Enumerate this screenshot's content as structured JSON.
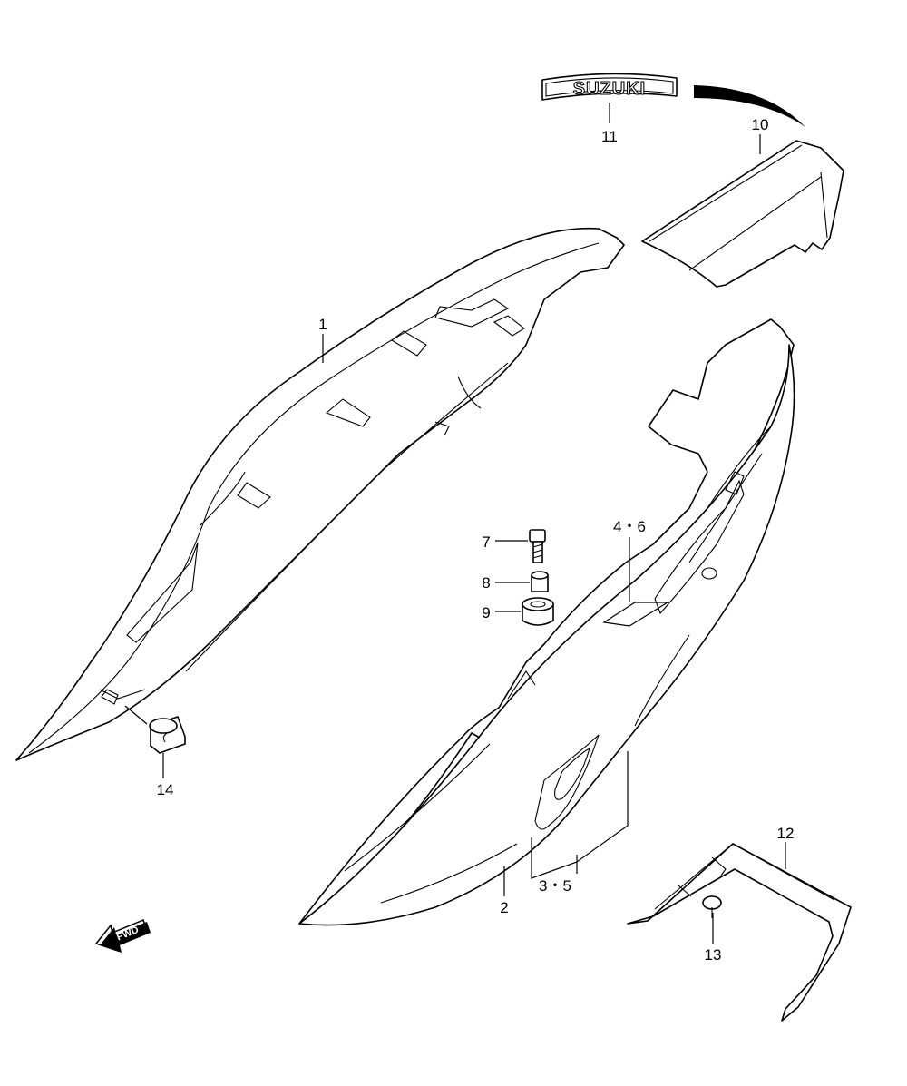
{
  "logo": {
    "text": "SUZUKI"
  },
  "fwd_arrow": {
    "text": "FWD"
  },
  "callouts": [
    {
      "id": "1",
      "text": "1"
    },
    {
      "id": "2",
      "text": "2"
    },
    {
      "id": "3-5",
      "text": "3・5"
    },
    {
      "id": "4-6",
      "text": "4・6"
    },
    {
      "id": "7",
      "text": "7"
    },
    {
      "id": "8",
      "text": "8"
    },
    {
      "id": "9",
      "text": "9"
    },
    {
      "id": "10",
      "text": "10"
    },
    {
      "id": "11",
      "text": "11"
    },
    {
      "id": "12",
      "text": "12"
    },
    {
      "id": "13",
      "text": "13"
    },
    {
      "id": "14",
      "text": "14"
    }
  ],
  "colors": {
    "line": "#000000",
    "background": "#ffffff"
  }
}
